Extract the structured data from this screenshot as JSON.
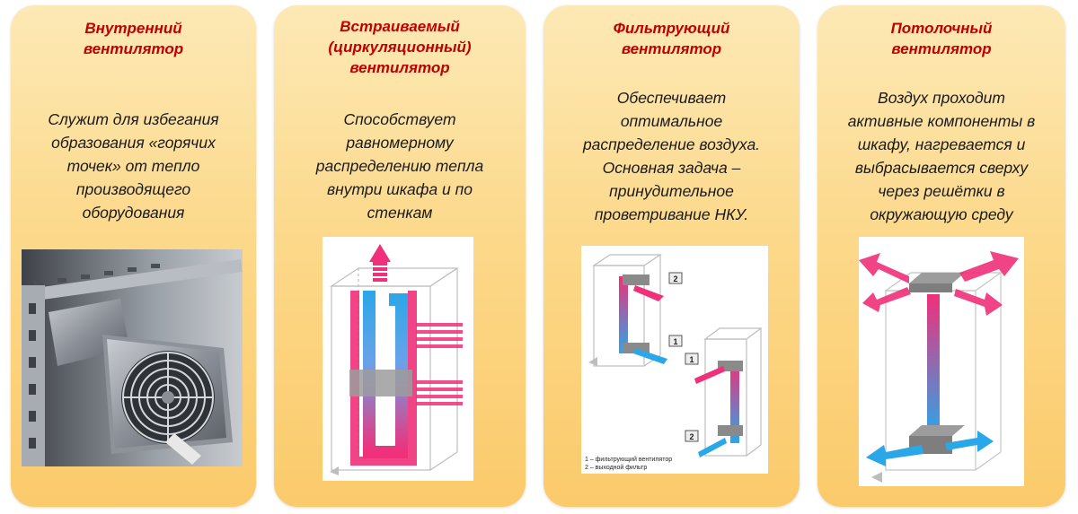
{
  "cards": [
    {
      "title": "Внутренний\nвентилятор",
      "description": "Служит для избегания\nобразования «горячих\nточек» от тепло\nпроизводящего\nоборудования",
      "image_icon": "fan-photo-icon"
    },
    {
      "title": "Встраиваемый\n(циркуляционный)\nвентилятор",
      "description": "Способствует\nравномерному\nраспределению тепла\nвнутри шкафа и по\nстенкам",
      "image_icon": "circulation-airflow-icon"
    },
    {
      "title": "Фильтрующий\nвентилятор",
      "description": "Обеспечивает\nоптимальное\nраспределение воздуха.\nОсновная задача –\nпринудительное\nпроветривание НКУ.",
      "image_icon": "filter-airflow-icon",
      "callouts": [
        "1",
        "2"
      ],
      "legend": [
        "1 – фильтрующий вентилятор",
        "2 – выходной фильтр"
      ]
    },
    {
      "title": "Потолочный\nвентилятор",
      "description": "Воздух проходит\nактивные компоненты в\nшкафу, нагревается и\nвыбрасывается сверху\nчерез решётки в\nокружающую среду",
      "image_icon": "roof-airflow-icon"
    }
  ],
  "colors": {
    "title": "#c00000",
    "hot": "#f0307a",
    "cold": "#2aa7e8",
    "card": "#fcd98b"
  }
}
